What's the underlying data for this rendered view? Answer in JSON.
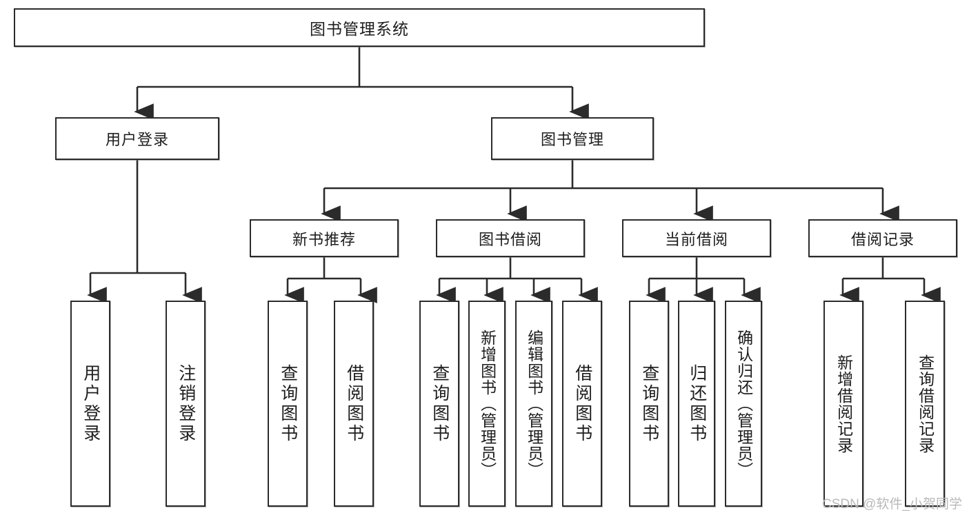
{
  "diagram": {
    "type": "tree-hierarchy",
    "title": "图书管理系统",
    "watermark": "CSDN @软件_小贺同学",
    "colors": {
      "box_border": "#2b2b2b",
      "box_fill": "#ffffff",
      "connector": "#2b2b2b",
      "text": "#1d1d1d",
      "watermark": "#b9b9b9"
    },
    "root": {
      "id": "root",
      "label": "图书管理系统"
    },
    "level1": [
      {
        "id": "user-login",
        "label": "用户登录"
      },
      {
        "id": "book-manage",
        "label": "图书管理"
      }
    ],
    "level2": [
      {
        "id": "new-book-recommend",
        "label": "新书推荐"
      },
      {
        "id": "book-borrow",
        "label": "图书借阅"
      },
      {
        "id": "current-borrow",
        "label": "当前借阅"
      },
      {
        "id": "borrow-record",
        "label": "借阅记录"
      }
    ],
    "leaves": [
      {
        "id": "leaf-user-login",
        "label": "用户登录",
        "parent": "user-login"
      },
      {
        "id": "leaf-user-logout",
        "label": "注销登录",
        "parent": "user-login"
      },
      {
        "id": "leaf-query-book-1",
        "label": "查询图书",
        "parent": "new-book-recommend"
      },
      {
        "id": "leaf-borrow-book-1",
        "label": "借阅图书",
        "parent": "new-book-recommend"
      },
      {
        "id": "leaf-query-book-2",
        "label": "查询图书",
        "parent": "book-borrow"
      },
      {
        "id": "leaf-add-book",
        "label": "新增图书（管理员）",
        "parent": "book-borrow"
      },
      {
        "id": "leaf-edit-book",
        "label": "编辑图书（管理员）",
        "parent": "book-borrow"
      },
      {
        "id": "leaf-borrow-book-2",
        "label": "借阅图书",
        "parent": "book-borrow"
      },
      {
        "id": "leaf-query-book-3",
        "label": "查询图书",
        "parent": "current-borrow"
      },
      {
        "id": "leaf-return-book",
        "label": "归还图书",
        "parent": "current-borrow"
      },
      {
        "id": "leaf-confirm-return",
        "label": "确认归还（管理员）",
        "parent": "current-borrow"
      },
      {
        "id": "leaf-add-record",
        "label": "新增借阅记录",
        "parent": "borrow-record"
      },
      {
        "id": "leaf-query-record",
        "label": "查询借阅记录",
        "parent": "borrow-record"
      }
    ]
  }
}
